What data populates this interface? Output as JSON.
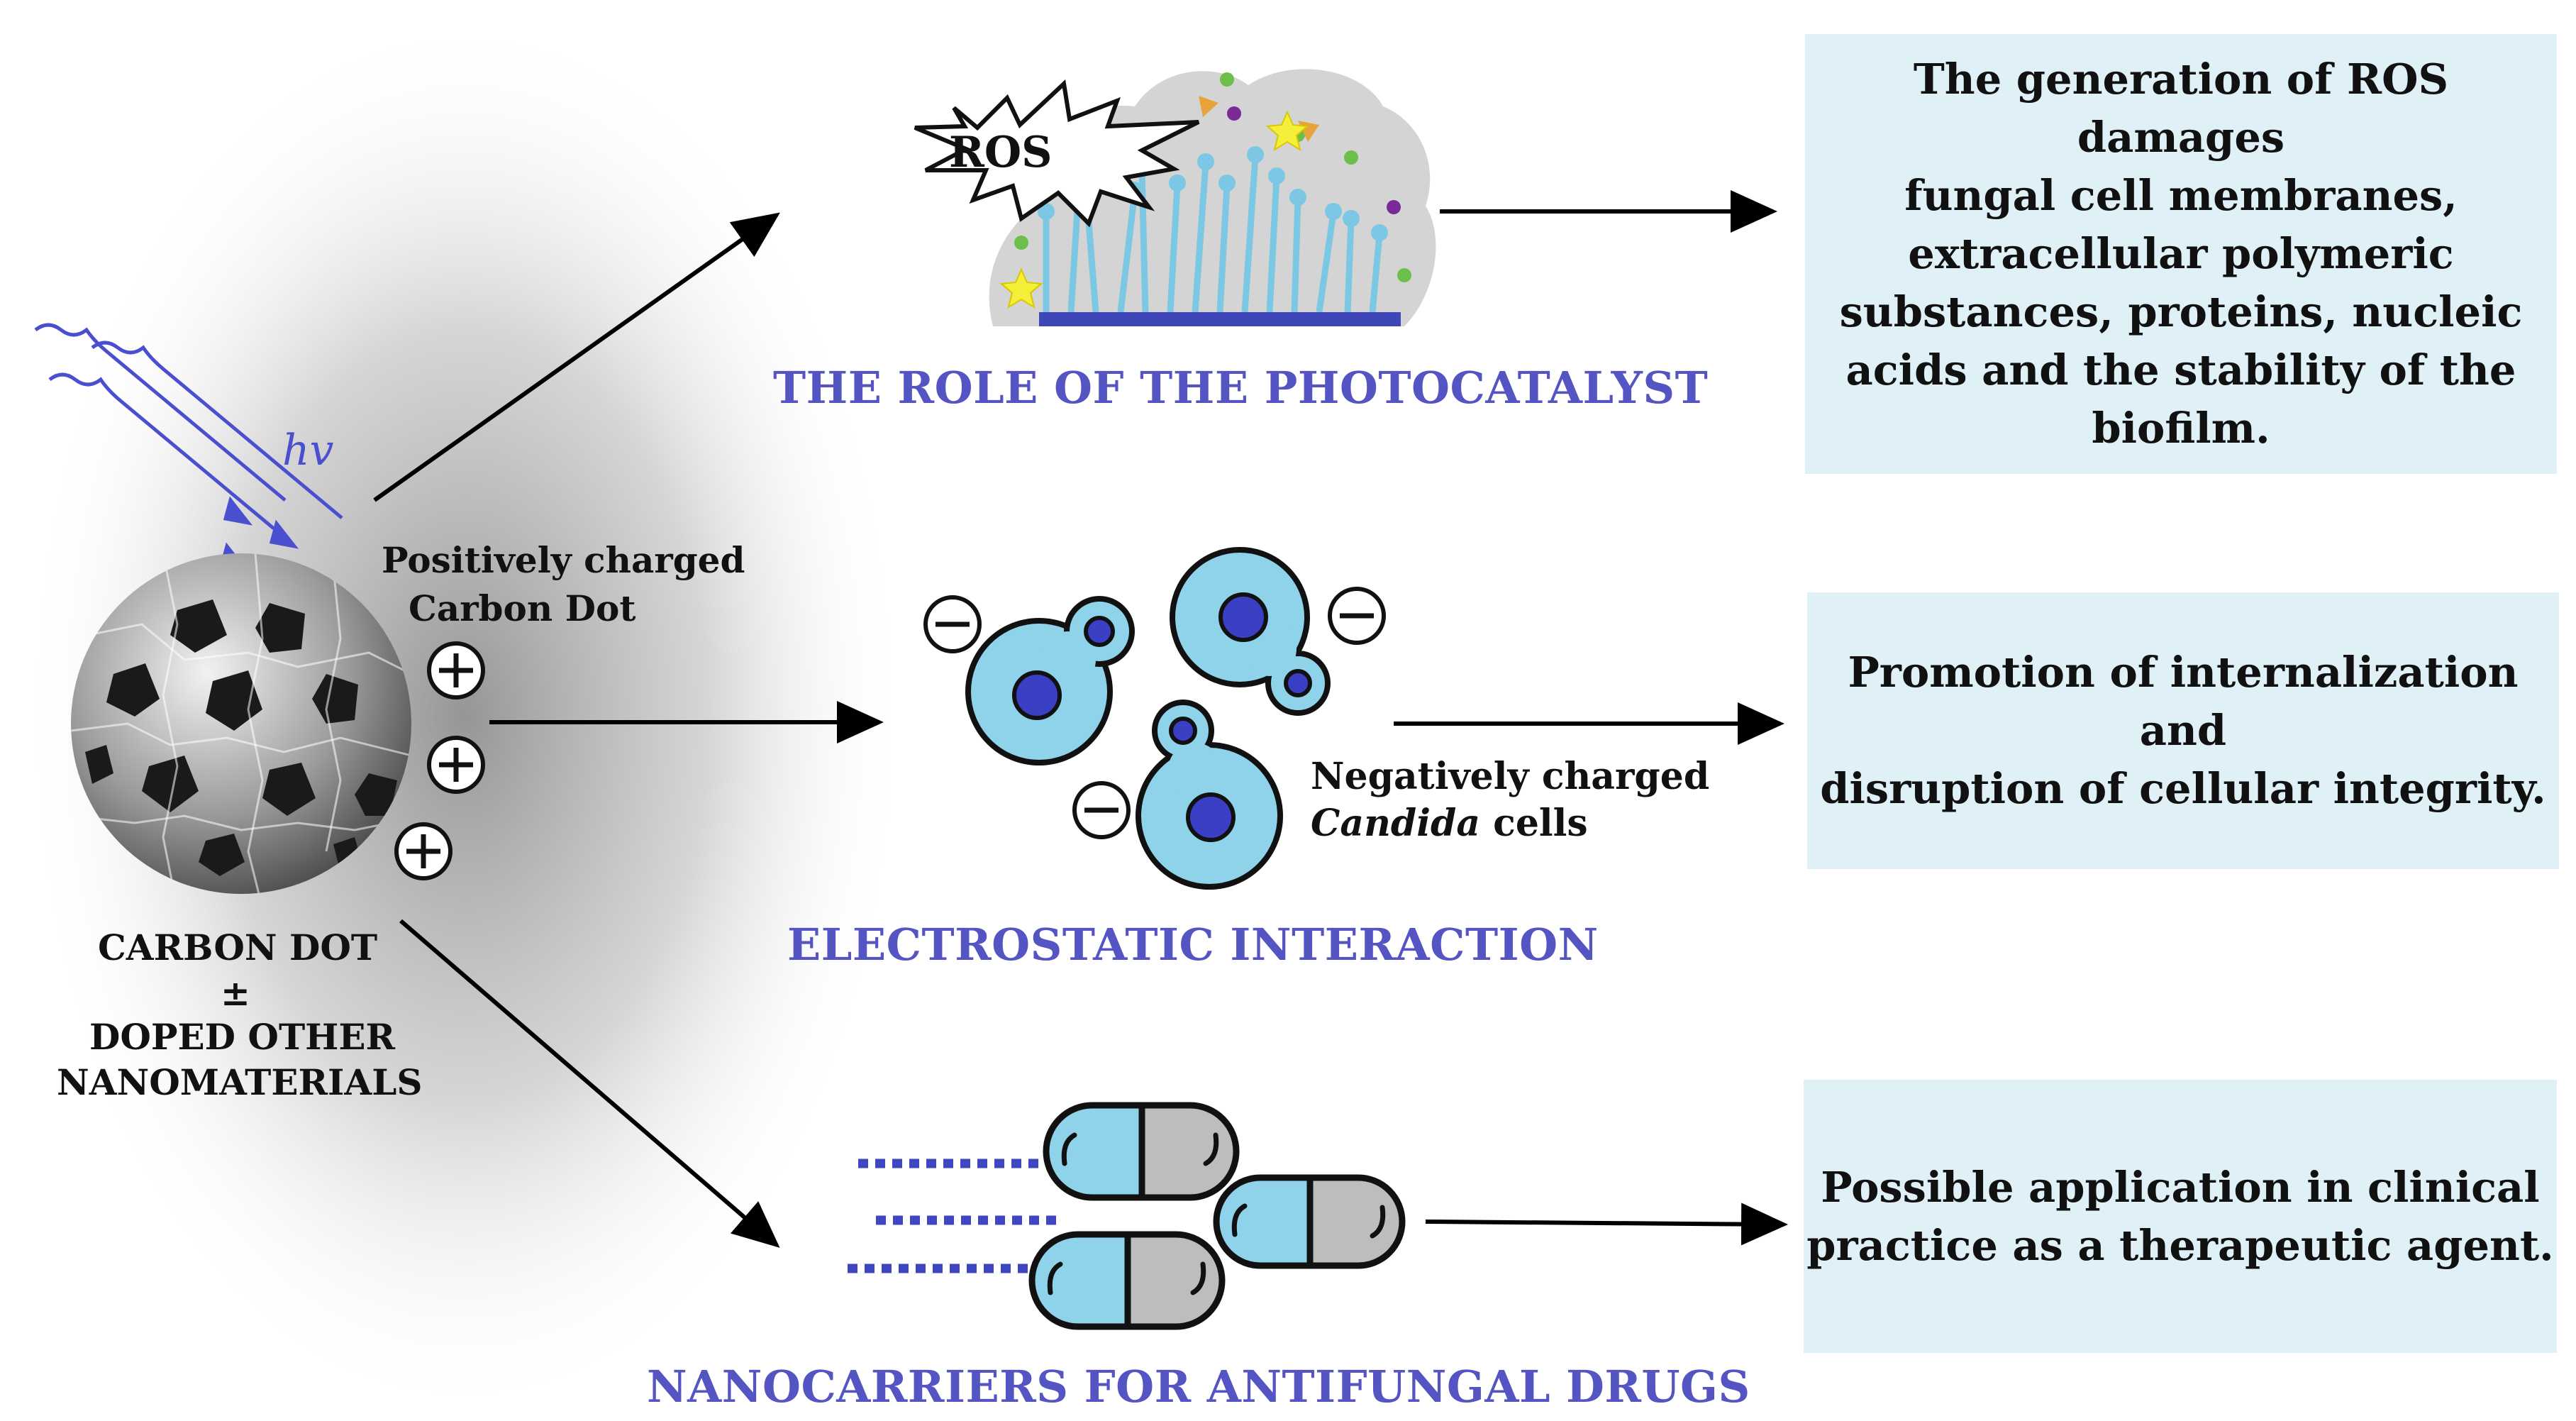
{
  "light": {
    "symbol": "hv"
  },
  "carbon_dot": {
    "charge_label_1": "Positively charged",
    "charge_label_2": "Carbon Dot",
    "plus_symbol": "+",
    "name_line1": "CARBON DOT",
    "name_line2": "±",
    "name_line3": "DOPED OTHER",
    "name_line4": "NANOMATERIALS"
  },
  "mechanisms": [
    {
      "heading": "THE ROLE OF THE PHOTOCATALYST",
      "burst_label": "ROS",
      "result_lines": [
        "The generation of ROS damages",
        "fungal cell membranes,",
        "extracellular polymeric",
        "substances, proteins, nucleic",
        "acids and the stability of the",
        "biofilm."
      ]
    },
    {
      "heading": "ELECTROSTATIC INTERACTION",
      "minus_symbol": "−",
      "cells_label_1": "Negatively charged",
      "cells_label_2_italic": "Candida",
      "cells_label_2_rest": " cells",
      "result_lines": [
        "Promotion of internalization and",
        "disruption of cellular integrity."
      ]
    },
    {
      "heading": "NANOCARRIERS FOR ANTIFUNGAL DRUGS",
      "result_lines": [
        "Possible application in clinical",
        "practice as a therapeutic agent."
      ]
    }
  ],
  "colors": {
    "heading": "#5454c2",
    "box_fill": "#dff0f7",
    "cell_fill": "#8fd3ea",
    "nucleus": "#3a3fc4",
    "biofilm_bg": "#d4d4d4",
    "biofilm_base": "#3f46b8",
    "capsule_grey": "#bdbdbd",
    "light_wave": "#4a4fd0"
  }
}
